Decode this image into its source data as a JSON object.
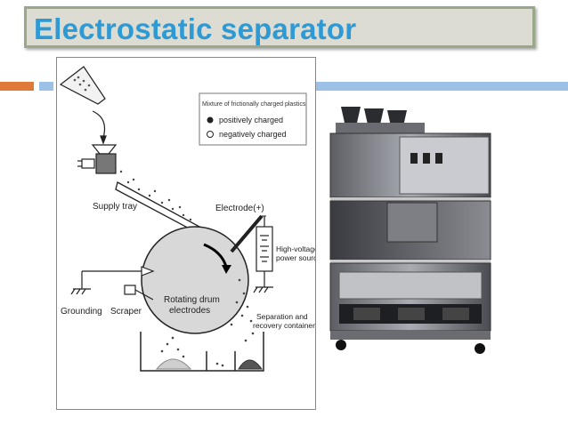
{
  "slide": {
    "title": "Electrostatic separator"
  },
  "diagram": {
    "legend_title": "Mixture of frictionally charged plastics",
    "legend_items": [
      {
        "label": "positively charged",
        "marker": "filled-circle"
      },
      {
        "label": "negatively charged",
        "marker": "open-circle"
      }
    ],
    "labels": {
      "supply_tray": "Supply tray",
      "electrode": "Electrode(+)",
      "hv_line1": "High-voltage",
      "hv_line2": "power source",
      "grounding": "Grounding",
      "scraper": "Scraper",
      "drum_line1": "Rotating drum",
      "drum_line2": "electrodes",
      "sep_line1": "Separation and",
      "sep_line2": "recovery container"
    }
  },
  "colors": {
    "title_text": "#2d9ad6",
    "title_bg": "#dcdcd2",
    "title_border": "#9aa88a",
    "accent_orange": "#e07a3a",
    "accent_blue": "#9dc1e6"
  }
}
